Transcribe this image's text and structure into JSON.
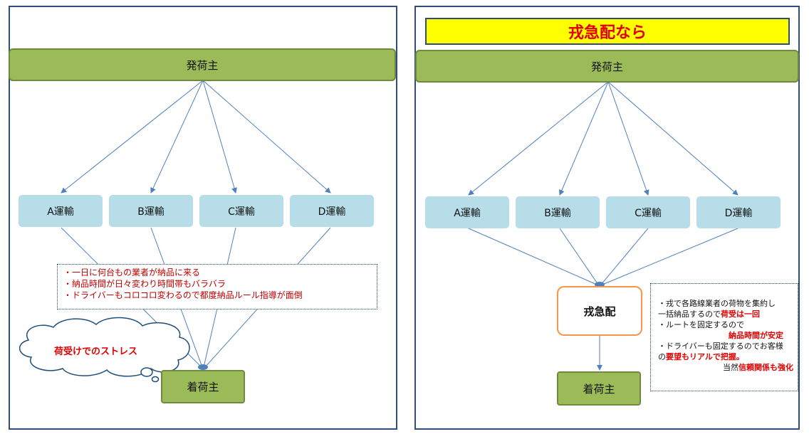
{
  "left_panel": {
    "shipper": "発荷主",
    "carriers": [
      "A運輸",
      "B運輸",
      "C運輸",
      "D運輸"
    ],
    "receiver": "着荷主",
    "issues": [
      "・一日に何台もの業者が納品に来る",
      "・納品時間が日々変わり時間帯もバラバラ",
      "・ドライバーもコロコロ変わるので都度納品ルール指導が面倒"
    ],
    "cloud_text": "荷受けでのストレス"
  },
  "right_panel": {
    "banner": "戎急配なら",
    "shipper": "発荷主",
    "carriers": [
      "A運輸",
      "B運輸",
      "C運輸",
      "D運輸"
    ],
    "hub": "戎急配",
    "receiver": "着荷主",
    "benefits": {
      "line1": "・戎で各路線業者の荷物を集約し",
      "line2_prefix": "一括納品するので",
      "line2_red": "荷受は一回",
      "line3": "・ルートを固定するので",
      "line4_red": "納品時間が安定",
      "line5": "・ドライバーも固定するのでお客様",
      "line6_prefix": "の",
      "line6_red": "要望もリアルで把握。",
      "line7_prefix": "当然",
      "line7_red": "信頼関係も強化"
    }
  },
  "colors": {
    "frame": "#2f4f7a",
    "shipper_fill": "#9bbb59",
    "carrier_fill": "#b7dde8",
    "arrow": "#4f81bd",
    "highlight_red": "#e00000",
    "banner_fill": "#ffff00",
    "hub_border": "#f79646"
  }
}
